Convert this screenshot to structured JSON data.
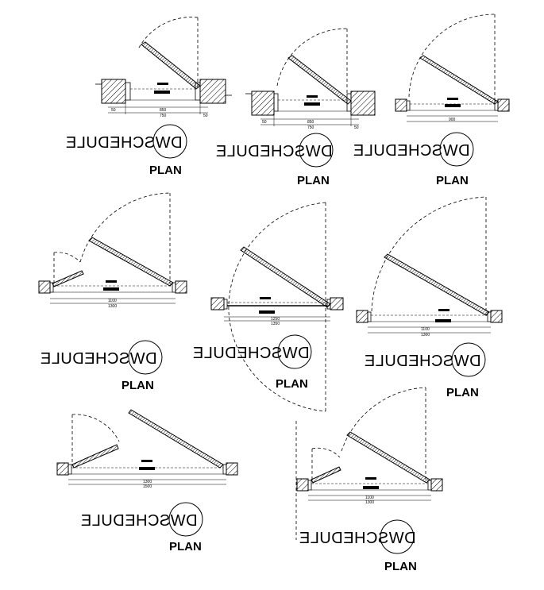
{
  "sheet": {
    "watermark_text": "DWSCHEDULE",
    "plan_label": "PLAN"
  },
  "doors": [
    {
      "id": "door-1",
      "type": "single-swing",
      "dims": [
        "50",
        "850",
        "750",
        "50"
      ]
    },
    {
      "id": "door-2",
      "type": "single-swing",
      "dims": [
        "50",
        "850",
        "750",
        "50"
      ]
    },
    {
      "id": "door-3",
      "type": "single-swing",
      "dims": [
        "900"
      ]
    },
    {
      "id": "door-4",
      "type": "unequal-double-swing",
      "dims": [
        "1100",
        "1300"
      ]
    },
    {
      "id": "door-5",
      "type": "single-swing",
      "dims": [
        "1250",
        "1350"
      ]
    },
    {
      "id": "door-6",
      "type": "single-swing",
      "dims": [
        "1100",
        "1300"
      ]
    },
    {
      "id": "door-7",
      "type": "unequal-double-swing",
      "dims": [
        "1300",
        "1500"
      ]
    },
    {
      "id": "door-8",
      "type": "unequal-double-swing",
      "dims": [
        "1100",
        "1300"
      ]
    }
  ]
}
